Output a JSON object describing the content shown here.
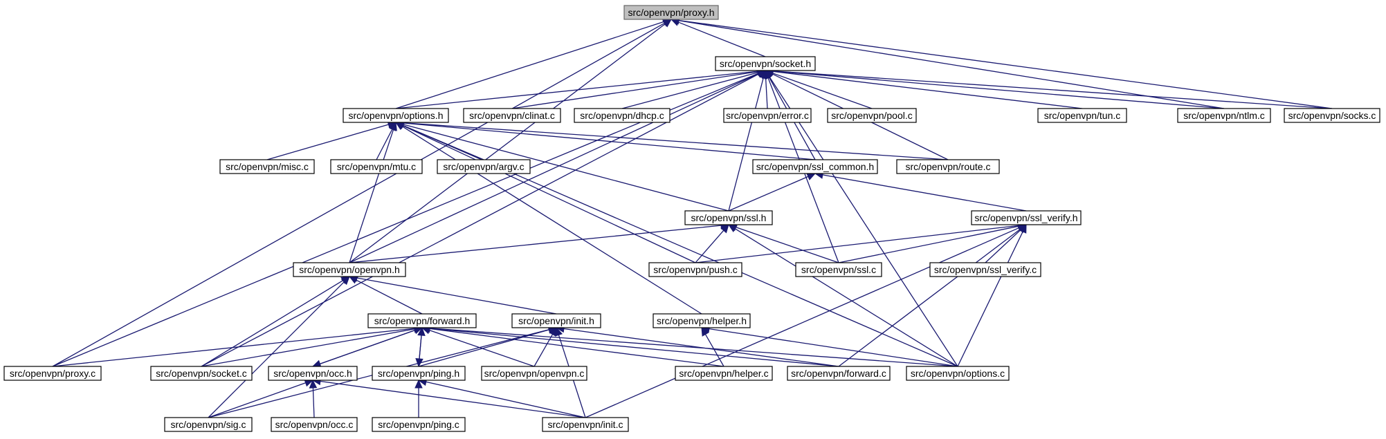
{
  "graph": {
    "edge_color": "#191970",
    "root_fill": "#bfbfbf",
    "nodes": [
      {
        "id": "proxy_h",
        "label": "src/openvpn/proxy.h",
        "root": true
      },
      {
        "id": "socket_h",
        "label": "src/openvpn/socket.h"
      },
      {
        "id": "options_h",
        "label": "src/openvpn/options.h"
      },
      {
        "id": "clinat_c",
        "label": "src/openvpn/clinat.c"
      },
      {
        "id": "dhcp_c",
        "label": "src/openvpn/dhcp.c"
      },
      {
        "id": "error_c",
        "label": "src/openvpn/error.c"
      },
      {
        "id": "pool_c",
        "label": "src/openvpn/pool.c"
      },
      {
        "id": "tun_c",
        "label": "src/openvpn/tun.c"
      },
      {
        "id": "ntlm_c",
        "label": "src/openvpn/ntlm.c"
      },
      {
        "id": "socks_c",
        "label": "src/openvpn/socks.c"
      },
      {
        "id": "misc_c",
        "label": "src/openvpn/misc.c"
      },
      {
        "id": "mtu_c",
        "label": "src/openvpn/mtu.c"
      },
      {
        "id": "argv_c",
        "label": "src/openvpn/argv.c"
      },
      {
        "id": "ssl_common_h",
        "label": "src/openvpn/ssl_common.h"
      },
      {
        "id": "route_c",
        "label": "src/openvpn/route.c"
      },
      {
        "id": "ssl_h",
        "label": "src/openvpn/ssl.h"
      },
      {
        "id": "ssl_verify_h",
        "label": "src/openvpn/ssl_verify.h"
      },
      {
        "id": "openvpn_h",
        "label": "src/openvpn/openvpn.h"
      },
      {
        "id": "push_c",
        "label": "src/openvpn/push.c"
      },
      {
        "id": "ssl_c",
        "label": "src/openvpn/ssl.c"
      },
      {
        "id": "ssl_verify_c",
        "label": "src/openvpn/ssl_verify.c"
      },
      {
        "id": "forward_h",
        "label": "src/openvpn/forward.h"
      },
      {
        "id": "init_h",
        "label": "src/openvpn/init.h"
      },
      {
        "id": "helper_h",
        "label": "src/openvpn/helper.h"
      },
      {
        "id": "proxy_c",
        "label": "src/openvpn/proxy.c"
      },
      {
        "id": "socket_c",
        "label": "src/openvpn/socket.c"
      },
      {
        "id": "occ_h",
        "label": "src/openvpn/occ.h"
      },
      {
        "id": "ping_h",
        "label": "src/openvpn/ping.h"
      },
      {
        "id": "openvpn_c",
        "label": "src/openvpn/openvpn.c"
      },
      {
        "id": "helper_c",
        "label": "src/openvpn/helper.c"
      },
      {
        "id": "forward_c",
        "label": "src/openvpn/forward.c"
      },
      {
        "id": "options_c",
        "label": "src/openvpn/options.c"
      },
      {
        "id": "sig_c",
        "label": "src/openvpn/sig.c"
      },
      {
        "id": "occ_c",
        "label": "src/openvpn/occ.c"
      },
      {
        "id": "ping_c",
        "label": "src/openvpn/ping.c"
      },
      {
        "id": "init_c",
        "label": "src/openvpn/init.c"
      }
    ],
    "edges": [
      [
        "socket_h",
        "proxy_h"
      ],
      [
        "options_h",
        "proxy_h"
      ],
      [
        "openvpn_h",
        "proxy_h"
      ],
      [
        "proxy_c",
        "proxy_h"
      ],
      [
        "ntlm_c",
        "proxy_h"
      ],
      [
        "socks_c",
        "proxy_h"
      ],
      [
        "options_h",
        "socket_h"
      ],
      [
        "clinat_c",
        "socket_h"
      ],
      [
        "dhcp_c",
        "socket_h"
      ],
      [
        "error_c",
        "socket_h"
      ],
      [
        "pool_c",
        "socket_h"
      ],
      [
        "tun_c",
        "socket_h"
      ],
      [
        "ntlm_c",
        "socket_h"
      ],
      [
        "socks_c",
        "socket_h"
      ],
      [
        "ssl_common_h",
        "socket_h"
      ],
      [
        "route_c",
        "socket_h"
      ],
      [
        "ssl_h",
        "socket_h"
      ],
      [
        "ssl_c",
        "socket_h"
      ],
      [
        "openvpn_h",
        "socket_h"
      ],
      [
        "proxy_c",
        "socket_h"
      ],
      [
        "socket_c",
        "socket_h"
      ],
      [
        "options_c",
        "socket_h"
      ],
      [
        "misc_c",
        "options_h"
      ],
      [
        "mtu_c",
        "options_h"
      ],
      [
        "argv_c",
        "options_h"
      ],
      [
        "ssl_common_h",
        "options_h"
      ],
      [
        "route_c",
        "options_h"
      ],
      [
        "ssl_h",
        "options_h"
      ],
      [
        "openvpn_h",
        "options_h"
      ],
      [
        "push_c",
        "options_h"
      ],
      [
        "helper_h",
        "options_h"
      ],
      [
        "options_c",
        "options_h"
      ],
      [
        "ssl_h",
        "ssl_common_h"
      ],
      [
        "ssl_verify_h",
        "ssl_common_h"
      ],
      [
        "openvpn_h",
        "ssl_h"
      ],
      [
        "push_c",
        "ssl_h"
      ],
      [
        "ssl_c",
        "ssl_h"
      ],
      [
        "options_c",
        "ssl_h"
      ],
      [
        "push_c",
        "ssl_verify_h"
      ],
      [
        "ssl_c",
        "ssl_verify_h"
      ],
      [
        "ssl_verify_c",
        "ssl_verify_h"
      ],
      [
        "forward_c",
        "ssl_verify_h"
      ],
      [
        "options_c",
        "ssl_verify_h"
      ],
      [
        "init_c",
        "ssl_verify_h"
      ],
      [
        "forward_h",
        "openvpn_h"
      ],
      [
        "init_h",
        "openvpn_h"
      ],
      [
        "socket_c",
        "openvpn_h"
      ],
      [
        "sig_c",
        "openvpn_h"
      ],
      [
        "proxy_c",
        "forward_h"
      ],
      [
        "socket_c",
        "forward_h"
      ],
      [
        "occ_h",
        "forward_h"
      ],
      [
        "ping_h",
        "forward_h"
      ],
      [
        "openvpn_c",
        "forward_h"
      ],
      [
        "helper_c",
        "forward_h"
      ],
      [
        "forward_c",
        "forward_h"
      ],
      [
        "options_c",
        "forward_h"
      ],
      [
        "forward_h",
        "occ_h"
      ],
      [
        "forward_h",
        "ping_h"
      ],
      [
        "ping_h",
        "init_h"
      ],
      [
        "openvpn_c",
        "init_h"
      ],
      [
        "sig_c",
        "init_h"
      ],
      [
        "forward_c",
        "init_h"
      ],
      [
        "init_c",
        "init_h"
      ],
      [
        "helper_c",
        "helper_h"
      ],
      [
        "options_c",
        "helper_h"
      ],
      [
        "sig_c",
        "occ_h"
      ],
      [
        "occ_c",
        "occ_h"
      ],
      [
        "init_c",
        "occ_h"
      ],
      [
        "ping_c",
        "ping_h"
      ],
      [
        "init_c",
        "ping_h"
      ]
    ]
  }
}
